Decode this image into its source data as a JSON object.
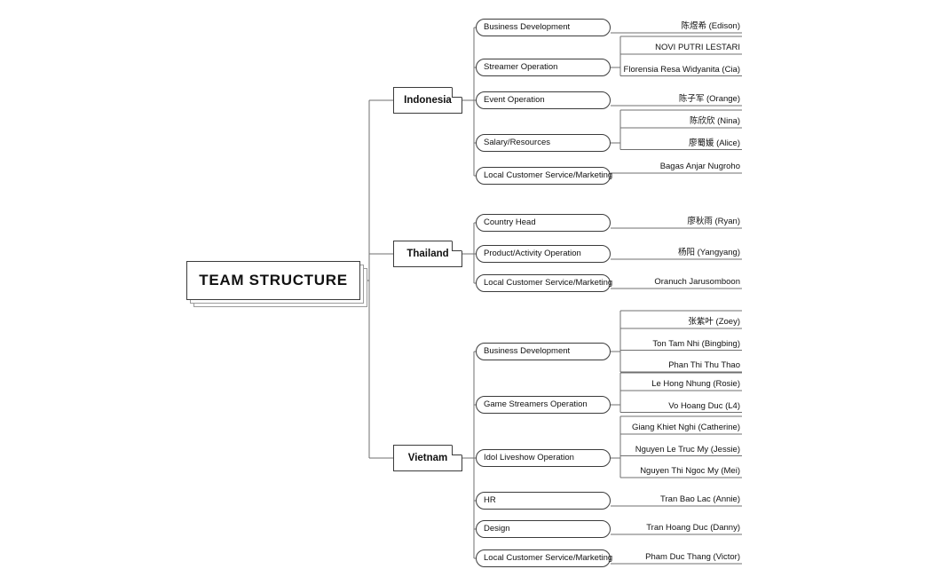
{
  "title": "TEAM STRUCTURE",
  "diagram": {
    "type": "org-chart",
    "root": "TEAM STRUCTURE",
    "regions": [
      {
        "name": "Indonesia",
        "departments": [
          {
            "name": "Business Development",
            "people": [
              "陈煜希 (Edison)"
            ]
          },
          {
            "name": "Streamer Operation",
            "people": [
              "NOVI PUTRI LESTARI",
              "Florensia Resa Widyanita (Cia)"
            ]
          },
          {
            "name": "Event Operation",
            "people": [
              "陈子军 (Orange)"
            ]
          },
          {
            "name": "Salary/Resources",
            "people": [
              "陈欣欣 (Nina)",
              "廖蜀媛 (Alice)"
            ]
          },
          {
            "name": "Local Customer Service/Marketing",
            "people": [
              "Bagas Anjar Nugroho"
            ]
          }
        ]
      },
      {
        "name": "Thailand",
        "departments": [
          {
            "name": "Country Head",
            "people": [
              "廖秋雨 (Ryan)"
            ]
          },
          {
            "name": "Product/Activity Operation",
            "people": [
              "杨阳 (Yangyang)"
            ]
          },
          {
            "name": "Local Customer Service/Marketing",
            "people": [
              "Oranuch Jarusomboon"
            ]
          }
        ]
      },
      {
        "name": "Vietnam",
        "departments": [
          {
            "name": "Business Development",
            "people": [
              "张紫叶 (Zoey)",
              "Ton Tam Nhi (Bingbing)",
              "Phan Thi Thu Thao"
            ]
          },
          {
            "name": "Game Streamers Operation",
            "people": [
              "Le Hong Nhung (Rosie)",
              "Vo Hoang Duc (L4)"
            ]
          },
          {
            "name": "Idol Liveshow Operation",
            "people": [
              "Giang Khiet Nghi (Catherine)",
              "Nguyen Le Truc My (Jessie)",
              "Nguyen Thi Ngoc My (Mei)"
            ]
          },
          {
            "name": "HR",
            "people": [
              "Tran Bao Lac (Annie)"
            ]
          },
          {
            "name": "Design",
            "people": [
              "Tran Hoang Duc (Danny)"
            ]
          },
          {
            "name": "Local Customer Service/Marketing",
            "people": [
              "Pham Duc Thang (Victor)"
            ]
          }
        ]
      }
    ]
  },
  "colors": {
    "background": "#ffffff",
    "line": "#6f6f6f",
    "border": "#3b3b3b",
    "shadow_border": "#9a9a9a",
    "text": "#111111"
  }
}
